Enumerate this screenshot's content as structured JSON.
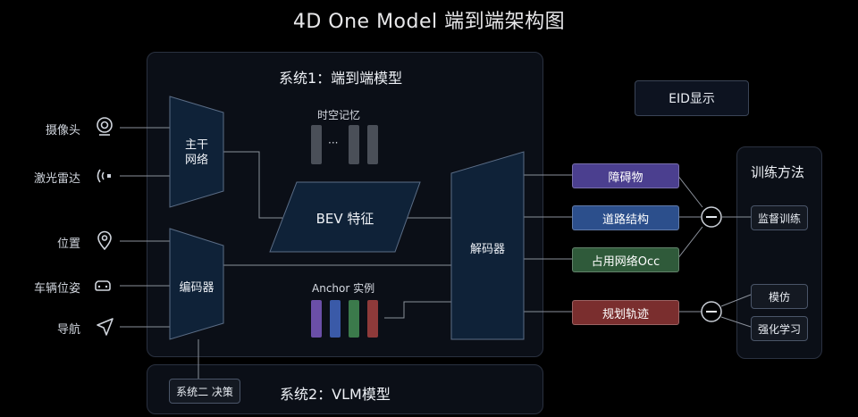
{
  "title": "4D One Model 端到端架构图",
  "system1": {
    "title": "系统1：端到端模型"
  },
  "system2": {
    "title": "系统2：VLM模型",
    "decision_label": "系统二 决策"
  },
  "inputs": [
    {
      "label": "摄像头",
      "icon": "camera-icon"
    },
    {
      "label": "激光雷达",
      "icon": "lidar-icon"
    },
    {
      "label": "位置",
      "icon": "location-pin-icon"
    },
    {
      "label": "车辆位姿",
      "icon": "car-icon"
    },
    {
      "label": "导航",
      "icon": "navigation-arrow-icon"
    }
  ],
  "modules": {
    "backbone": "主干\n网络",
    "encoder": "编码器",
    "memory": "时空记忆",
    "memory_ellipsis": "···",
    "bev": "BEV 特征",
    "anchor": "Anchor 实例",
    "decoder": "解码器"
  },
  "eid": "EID显示",
  "outputs": [
    {
      "label": "障碍物",
      "color": "#4b3f8f"
    },
    {
      "label": "道路结构",
      "color": "#2c4f8c"
    },
    {
      "label": "占用网络Occ",
      "color": "#2f5a3a"
    },
    {
      "label": "规划轨迹",
      "color": "#7a2e2e"
    }
  ],
  "training": {
    "title": "训练方法",
    "methods": [
      "监督训练",
      "模仿",
      "强化学习"
    ]
  },
  "colors": {
    "anchor_bars": [
      "#6b4fa8",
      "#3a5aa8",
      "#3b7a4b",
      "#8e3a3a"
    ],
    "memory_bars": "#4a4f58"
  }
}
